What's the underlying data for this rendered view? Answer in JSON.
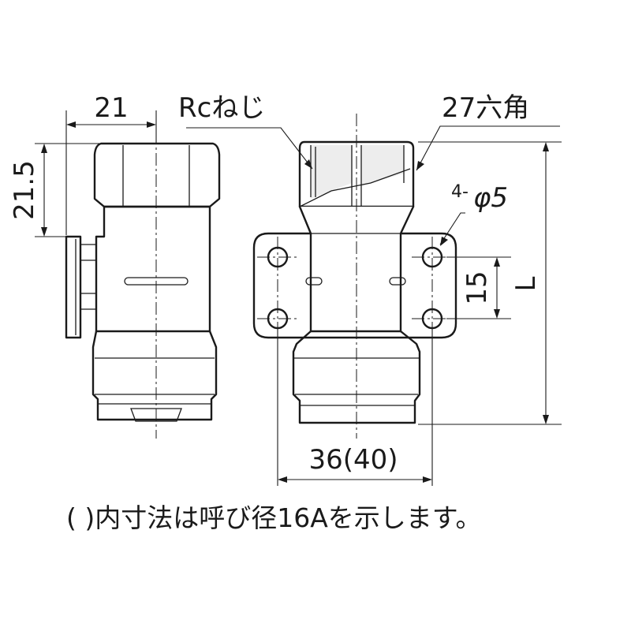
{
  "labels": {
    "dim_width_side": "21",
    "dim_height_side": "21.5",
    "thread": "Rcねじ",
    "hex": "27六角",
    "holes_count": "4-",
    "holes_dia": "φ5",
    "dim_hole_pitch": "15",
    "dim_length": "L",
    "dim_base": "36(40)",
    "note": "( )内寸法は呼び径16Aを示します。"
  }
}
